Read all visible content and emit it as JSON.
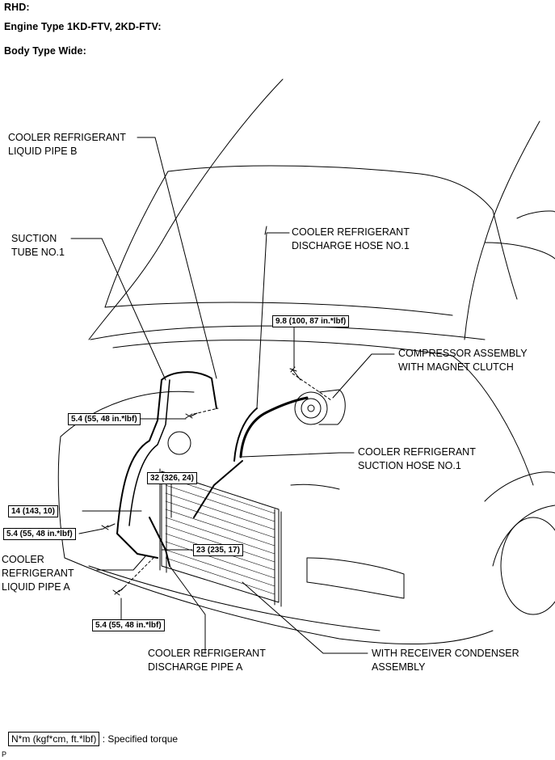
{
  "header": {
    "line1": "RHD:",
    "line2": "Engine Type 1KD-FTV, 2KD-FTV:",
    "line3": "Body Type Wide:"
  },
  "labels": {
    "liquid_pipe_b": [
      "COOLER REFRIGERANT",
      "LIQUID PIPE B"
    ],
    "suction_tube": [
      "SUCTION",
      "TUBE NO.1"
    ],
    "discharge_hose": [
      "COOLER REFRIGERANT",
      "DISCHARGE HOSE NO.1"
    ],
    "compressor": [
      "COMPRESSOR ASSEMBLY",
      "WITH MAGNET CLUTCH"
    ],
    "suction_hose": [
      "COOLER REFRIGERANT",
      "SUCTION HOSE NO.1"
    ],
    "liquid_pipe_a": [
      "COOLER",
      "REFRIGERANT",
      "LIQUID PIPE A"
    ],
    "discharge_pipe_a": [
      "COOLER REFRIGERANT",
      "DISCHARGE PIPE A"
    ],
    "condenser": [
      "WITH RECEIVER CONDENSER",
      "ASSEMBLY"
    ]
  },
  "torques": {
    "t_compressor": "9.8 (100, 87 in.*lbf)",
    "t_upper_left": "5.4 (55, 48 in.*lbf)",
    "t_condenser_top": "32 (326, 24)",
    "t_left_mid": "14 (143, 10)",
    "t_left_low": "5.4 (55, 48 in.*lbf)",
    "t_condenser_mid": "23 (235, 17)",
    "t_bottom": "5.4 (55, 48 in.*lbf)"
  },
  "legend": {
    "unit_box": "N*m (kgf*cm, ft.*lbf)",
    "text": ": Specified torque"
  },
  "corner_mark": "P"
}
